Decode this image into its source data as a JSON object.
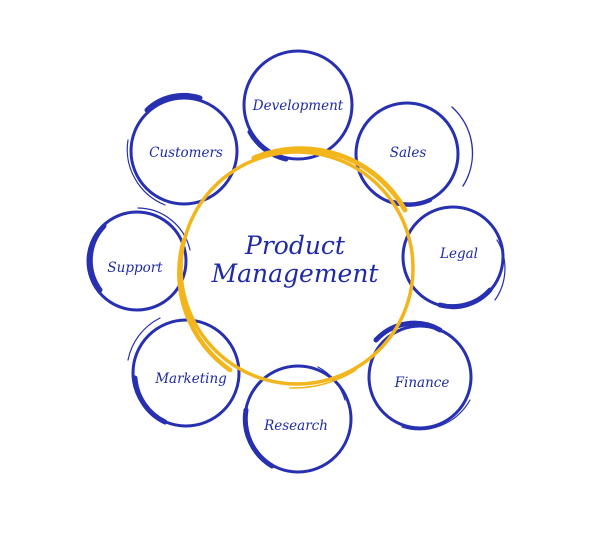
{
  "diagram": {
    "center": {
      "line1": "Product",
      "line2": "Management"
    },
    "nodes": [
      {
        "id": "development",
        "label": "Development"
      },
      {
        "id": "sales",
        "label": "Sales"
      },
      {
        "id": "legal",
        "label": "Legal"
      },
      {
        "id": "finance",
        "label": "Finance"
      },
      {
        "id": "research",
        "label": "Research"
      },
      {
        "id": "marketing",
        "label": "Marketing"
      },
      {
        "id": "support",
        "label": "Support"
      },
      {
        "id": "customers",
        "label": "Customers"
      }
    ],
    "colors": {
      "blue": "#2630b0",
      "yellow": "#f2b51c",
      "text": "#1f2aa6"
    }
  }
}
